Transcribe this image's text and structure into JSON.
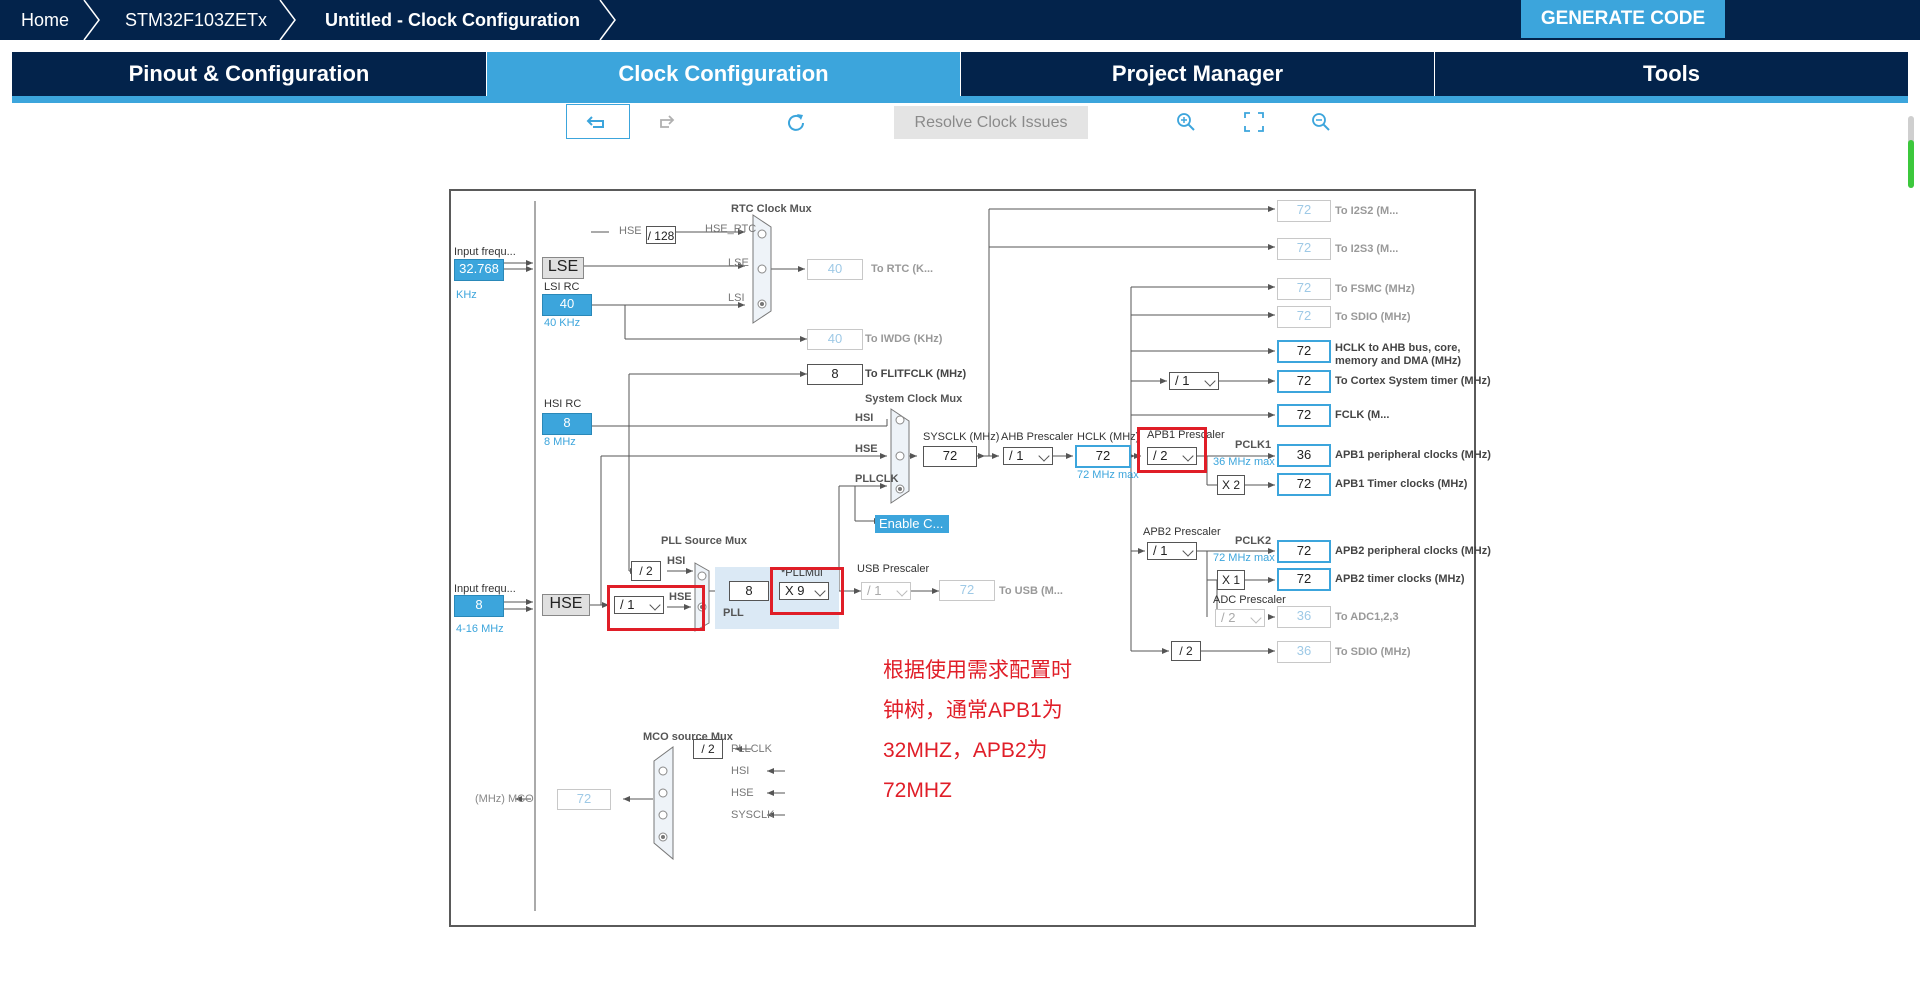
{
  "breadcrumb": {
    "home": "Home",
    "device": "STM32F103ZETx",
    "current": "Untitled - Clock Configuration"
  },
  "generate_label": "GENERATE CODE",
  "tabs": [
    "Pinout & Configuration",
    "Clock Configuration",
    "Project Manager",
    "Tools"
  ],
  "toolbar": {
    "resolve_label": "Resolve Clock Issues",
    "icons": [
      "undo-icon",
      "redo-icon",
      "refresh-icon",
      "zoom-in-icon",
      "fit-icon",
      "zoom-out-icon"
    ]
  },
  "clock": {
    "lse": {
      "input_label": "Input frequ...",
      "value": "32.768",
      "unit": "KHz",
      "name": "LSE"
    },
    "lsi": {
      "name": "LSI RC",
      "value": "40",
      "unit": "40 KHz"
    },
    "hsi": {
      "name": "HSI RC",
      "value": "8",
      "unit": "8 MHz"
    },
    "hse": {
      "input_label": "Input frequ...",
      "value": "8",
      "range": "4-16 MHz",
      "name": "HSE"
    },
    "rtc": {
      "mux": "RTC Clock Mux",
      "hse_div": "/ 128",
      "hse": "HSE",
      "hse_rtc": "HSE_RTC",
      "lse": "LSE",
      "lsi": "LSI",
      "value": "40",
      "label": "To RTC (K..."
    },
    "iwdg": {
      "value": "40",
      "label": "To IWDG (KHz)"
    },
    "flitf": {
      "value": "8",
      "label": "To FLITFCLK (MHz)"
    },
    "sysmux": {
      "title": "System Clock Mux",
      "hsi": "HSI",
      "hse": "HSE",
      "pllclk": "PLLCLK"
    },
    "sysclk": {
      "label": "SYSCLK (MHz)",
      "value": "72"
    },
    "ahb": {
      "label": "AHB Prescaler",
      "value": "/ 1"
    },
    "hclk": {
      "label": "HCLK (MHz)",
      "value": "72",
      "max": "72 MHz max"
    },
    "apb1": {
      "label": "APB1 Prescaler",
      "value": "/ 2",
      "pclk": "PCLK1",
      "max": "36 MHz max",
      "mult": "X 2"
    },
    "apb2": {
      "label": "APB2 Prescaler",
      "value": "/ 1",
      "pclk": "PCLK2",
      "max": "72 MHz max",
      "mult": "X 1"
    },
    "adc": {
      "label": "ADC Prescaler",
      "value": "/ 2"
    },
    "pllsrc": {
      "title": "PLL Source Mux",
      "div2": "/ 2",
      "hsi": "HSI",
      "hse": "HSE",
      "hse_div": "/ 1"
    },
    "pll": {
      "value": "8",
      "label": "PLL",
      "mul_label": "*PLLMul",
      "mul": "X 9"
    },
    "usb": {
      "label": "USB Prescaler",
      "value": "/ 1",
      "out": "72",
      "out_label": "To USB (M..."
    },
    "enable_css": "Enable C...",
    "sdio_div": "/ 2",
    "outputs": [
      {
        "value": "72",
        "label": "To I2S2 (M...",
        "active": false
      },
      {
        "value": "72",
        "label": "To I2S3 (M...",
        "active": false
      },
      {
        "value": "72",
        "label": "To FSMC (MHz)",
        "active": false
      },
      {
        "value": "72",
        "label": "To SDIO (MHz)",
        "active": false
      },
      {
        "value": "72",
        "label": "HCLK to AHB bus, core, memory and DMA (MHz)",
        "active": true
      },
      {
        "value": "72",
        "label": "To Cortex System timer (MHz)",
        "active": true,
        "div": "/ 1"
      },
      {
        "value": "72",
        "label": "FCLK (M...",
        "active": true
      },
      {
        "value": "36",
        "label": "APB1 peripheral clocks (MHz)",
        "active": true
      },
      {
        "value": "72",
        "label": "APB1 Timer clocks (MHz)",
        "active": true
      },
      {
        "value": "72",
        "label": "APB2 peripheral clocks (MHz)",
        "active": true
      },
      {
        "value": "72",
        "label": "APB2 timer clocks (MHz)",
        "active": true
      },
      {
        "value": "36",
        "label": "To ADC1,2,3",
        "active": false
      },
      {
        "value": "36",
        "label": "To SDIO (MHz)",
        "active": false
      }
    ],
    "mco": {
      "title": "MCO source Mux",
      "out_label": "(MHz) MCO",
      "value": "72",
      "div": "/ 2",
      "pllclk": "PLLCLK",
      "hsi": "HSI",
      "hse": "HSE",
      "sysclk": "SYSCLK"
    }
  },
  "note": [
    "根据使用需求配置时",
    "钟树，通常APB1为",
    "32MHZ，APB2为",
    "72MHZ"
  ]
}
